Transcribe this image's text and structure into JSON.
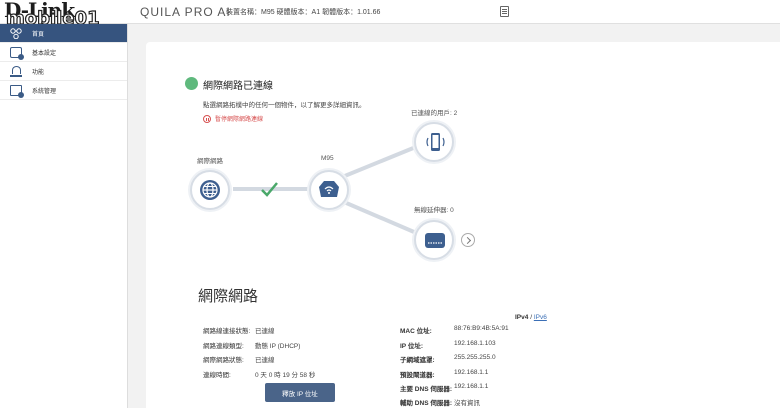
{
  "header": {
    "logo": "D-Link",
    "watermark": "mobile01",
    "brand": "QUILA PRO AI",
    "device_info": "裝置名稱：M95  硬體版本：A1  韌體版本：1.01.66"
  },
  "sidebar": {
    "items": [
      {
        "label": "首頁",
        "icon": "network-home-icon",
        "active": true
      },
      {
        "label": "基本設定",
        "icon": "settings-icon",
        "active": false
      },
      {
        "label": "功能",
        "icon": "wifi-icon",
        "active": false
      },
      {
        "label": "系統管理",
        "icon": "system-management-icon",
        "active": false
      }
    ]
  },
  "status": {
    "title": "網際網路已連線",
    "subtitle": "點選網路拓樸中的任何一個物件，以了解更多詳細資訊。",
    "stop_link": "暫停網際網路連線",
    "color": "#5fb97d"
  },
  "topology": {
    "internet_label": "網際網路",
    "router_label": "M95",
    "clients_label": "已連線的用戶: 2",
    "extenders_label": "無線延伸器: 0"
  },
  "details": {
    "title": "網際網路",
    "ipv4": "IPv4",
    "separator": "/",
    "ipv6": "IPv6",
    "left": [
      {
        "key": "網路線連接狀態:",
        "value": "已連線"
      },
      {
        "key": "網路連線類型:",
        "value": "動態 IP (DHCP)"
      },
      {
        "key": "網際網路狀態:",
        "value": "已連線"
      },
      {
        "key": "連線時間:",
        "value": "0 天 0 時 19 分 58 秒"
      }
    ],
    "right": [
      {
        "key": "MAC 位址:",
        "value": "88:76:B9:4B:5A:91"
      },
      {
        "key": "IP 位址:",
        "value": "192.168.1.103"
      },
      {
        "key": "子網域遮罩:",
        "value": "255.255.255.0"
      },
      {
        "key": "預設閘道器:",
        "value": "192.168.1.1"
      },
      {
        "key": "主要 DNS 伺服器:",
        "value": "192.168.1.1"
      },
      {
        "key": "輔助 DNS 伺服器:",
        "value": "沒有資訊"
      }
    ],
    "release_button": "釋放 IP 位址"
  }
}
